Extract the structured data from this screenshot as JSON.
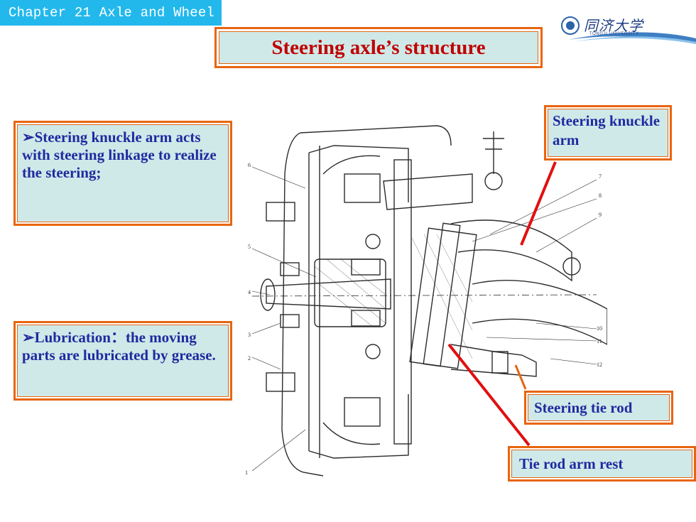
{
  "header": {
    "chapter": "Chapter 21 Axle and Wheel",
    "logo_cn": "同济大学",
    "logo_en": "TONGJI UNIVERSITY"
  },
  "title": "Steering axle’s structure",
  "bullets": [
    "➢Steering knuckle arm acts with steering linkage to realize the steering;",
    "➢Lubrication：the moving parts are lubricated by grease."
  ],
  "labels": {
    "knuckle_arm": "Steering knuckle arm",
    "tie_rod": "Steering tie rod",
    "arm_rest": "Tie rod arm rest"
  },
  "part_numbers": [
    "1",
    "2",
    "3",
    "4",
    "5",
    "6",
    "7",
    "8",
    "9",
    "10",
    "11",
    "12"
  ],
  "colors": {
    "accent_orange": "#e86510",
    "box_fill": "#cfe9e8",
    "title_red": "#c00000",
    "text_blue": "#1f2aa0",
    "pointer_red": "#e01010",
    "header_cyan": "#22b8ec"
  }
}
